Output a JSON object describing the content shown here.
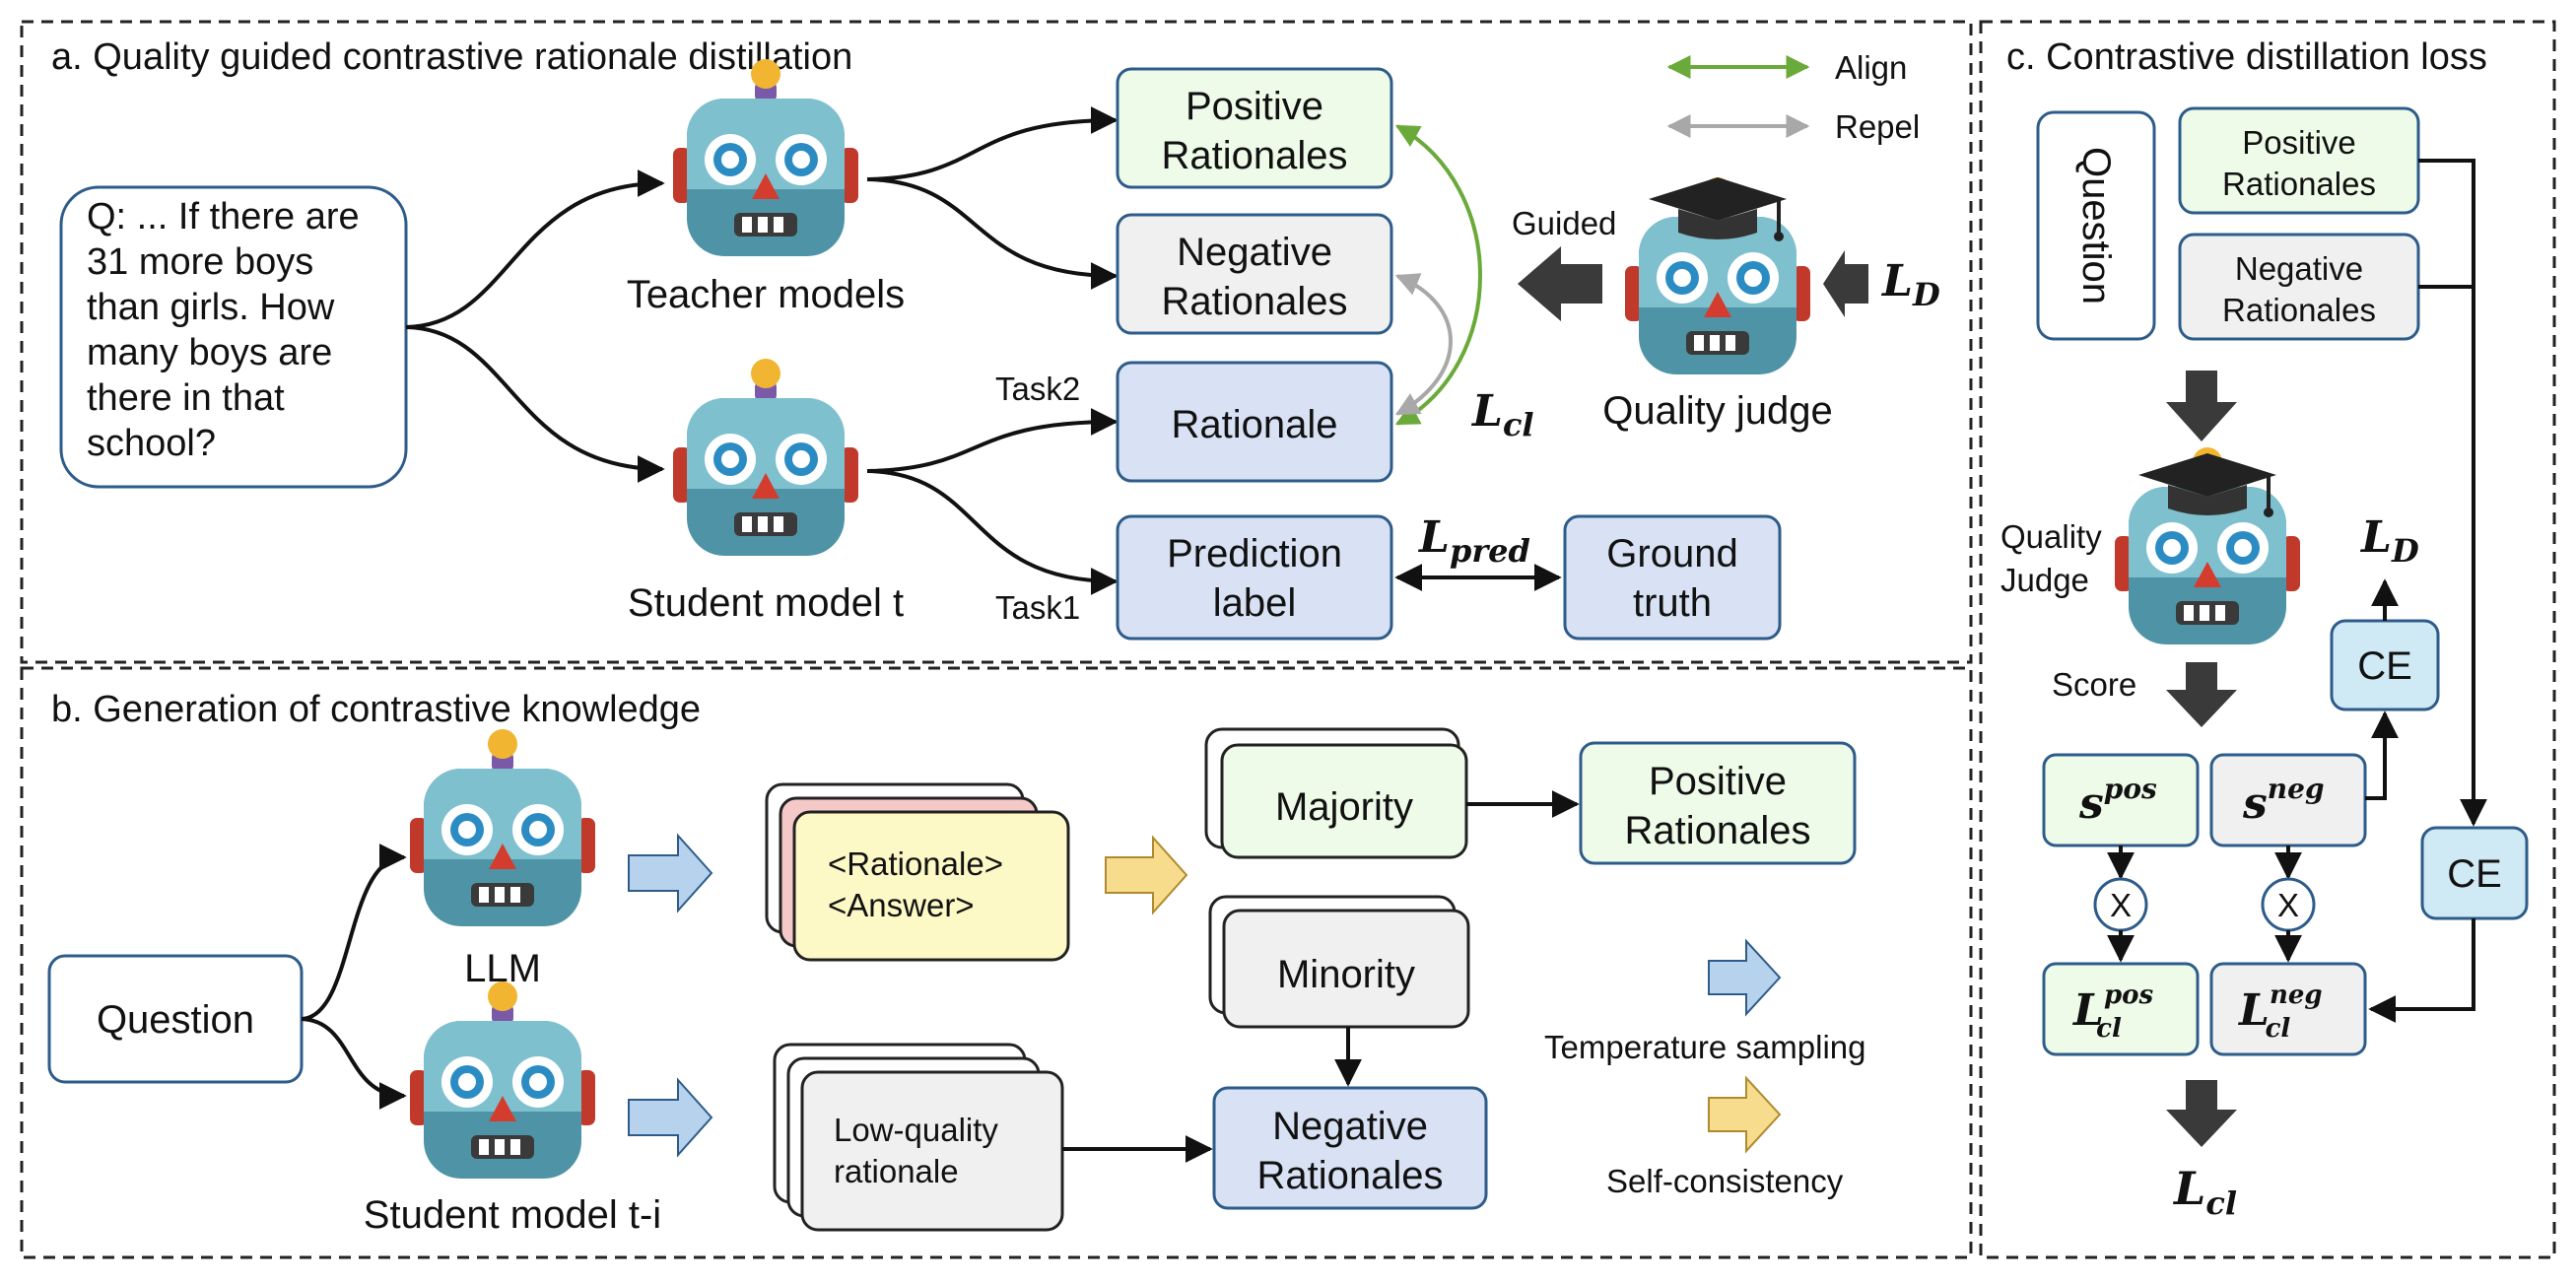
{
  "panel_a": {
    "title": "a. Quality guided contrastive rationale distillation",
    "question_lines": [
      "Q: ... If there are",
      "31 more boys",
      "than girls. How",
      "many boys are",
      "there in that",
      "school?"
    ],
    "teacher_label": "Teacher models",
    "student_label": "Student model t",
    "positive": [
      "Positive",
      "Rationales"
    ],
    "negative": [
      "Negative",
      "Rationales"
    ],
    "rationale": "Rationale",
    "prediction": [
      "Prediction",
      "label"
    ],
    "ground_truth": [
      "Ground",
      "truth"
    ],
    "task2": "Task2",
    "task1": "Task1",
    "guided": "Guided",
    "quality_judge": "Quality judge",
    "legend_align": "Align",
    "legend_repel": "Repel",
    "l_cl": {
      "base": "L",
      "sub": "cl"
    },
    "l_pred": {
      "base": "L",
      "sub": "pred"
    },
    "l_d": {
      "base": "L",
      "sub": "D"
    }
  },
  "panel_b": {
    "title": "b. Generation of contrastive knowledge",
    "question": "Question",
    "llm": "LLM",
    "student": "Student model t-i",
    "rationale_answer": [
      "<Rationale>",
      "<Answer>"
    ],
    "majority": "Majority",
    "minority": "Minority",
    "positive": [
      "Positive",
      "Rationales"
    ],
    "negative": [
      "Negative",
      "Rationales"
    ],
    "low_quality": [
      "Low-quality",
      "rationale"
    ],
    "legend_temperature": "Temperature sampling",
    "legend_self_consistency": "Self-consistency"
  },
  "panel_c": {
    "title": "c. Contrastive distillation loss",
    "question": "Question",
    "positive": [
      "Positive",
      "Rationales"
    ],
    "negative": [
      "Negative",
      "Rationales"
    ],
    "quality_judge": [
      "Quality",
      "Judge"
    ],
    "score": "Score",
    "s_pos": {
      "base": "s",
      "sup": "pos"
    },
    "s_neg": {
      "base": "s",
      "sup": "neg"
    },
    "l_cl_pos": {
      "base": "L",
      "sub": "cl",
      "sup": "pos"
    },
    "l_cl_neg": {
      "base": "L",
      "sub": "cl",
      "sup": "neg"
    },
    "ce": "CE",
    "multiply": "X",
    "l_d": {
      "base": "L",
      "sub": "D"
    },
    "l_cl": {
      "base": "L",
      "sub": "cl"
    }
  },
  "colors": {
    "green_fill": "#eefbe9",
    "gray_fill": "#f0f0f0",
    "blue_fill": "#d8e2f4",
    "lightblue_fill": "#cfe9f5",
    "yellow_fill": "#fdf9c6",
    "pink_fill": "#f6c9c9",
    "box_stroke": "#2e5c8a",
    "align_arrow": "#6aaa3a",
    "repel_arrow": "#a8a8a8",
    "block_arrow_blue": "#b7d2ec",
    "block_arrow_yellow": "#f8dc8e",
    "dark_arrow": "#3a3a3a"
  }
}
